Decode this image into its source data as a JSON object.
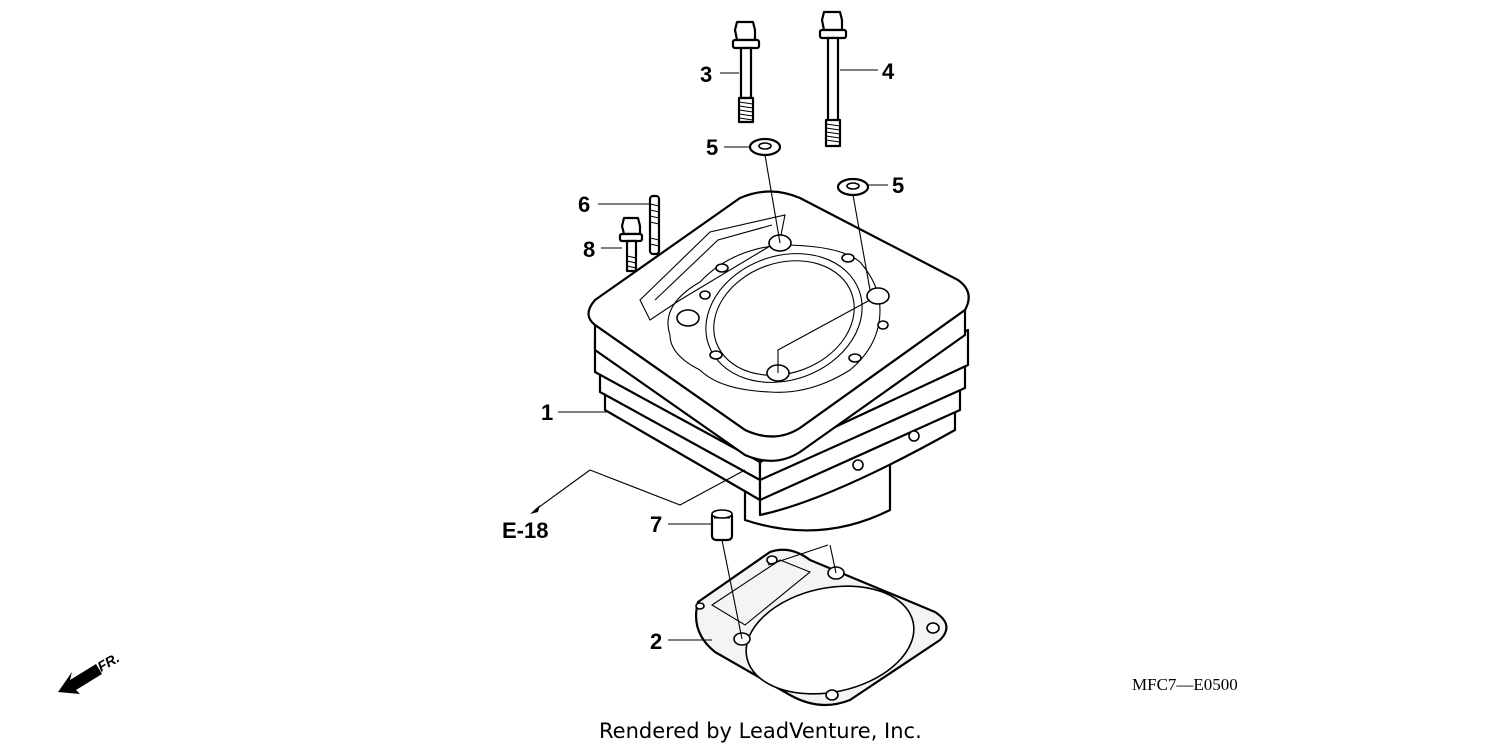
{
  "diagram": {
    "callouts": {
      "c1": "1",
      "c2": "2",
      "c3": "3",
      "c4": "4",
      "c5a": "5",
      "c5b": "5",
      "c6": "6",
      "c7": "7",
      "c8": "8"
    },
    "reference": "E-18",
    "diagram_code": "MFC7—E0500",
    "direction_label": "FR.",
    "credit": "Rendered by LeadVenture, Inc."
  }
}
